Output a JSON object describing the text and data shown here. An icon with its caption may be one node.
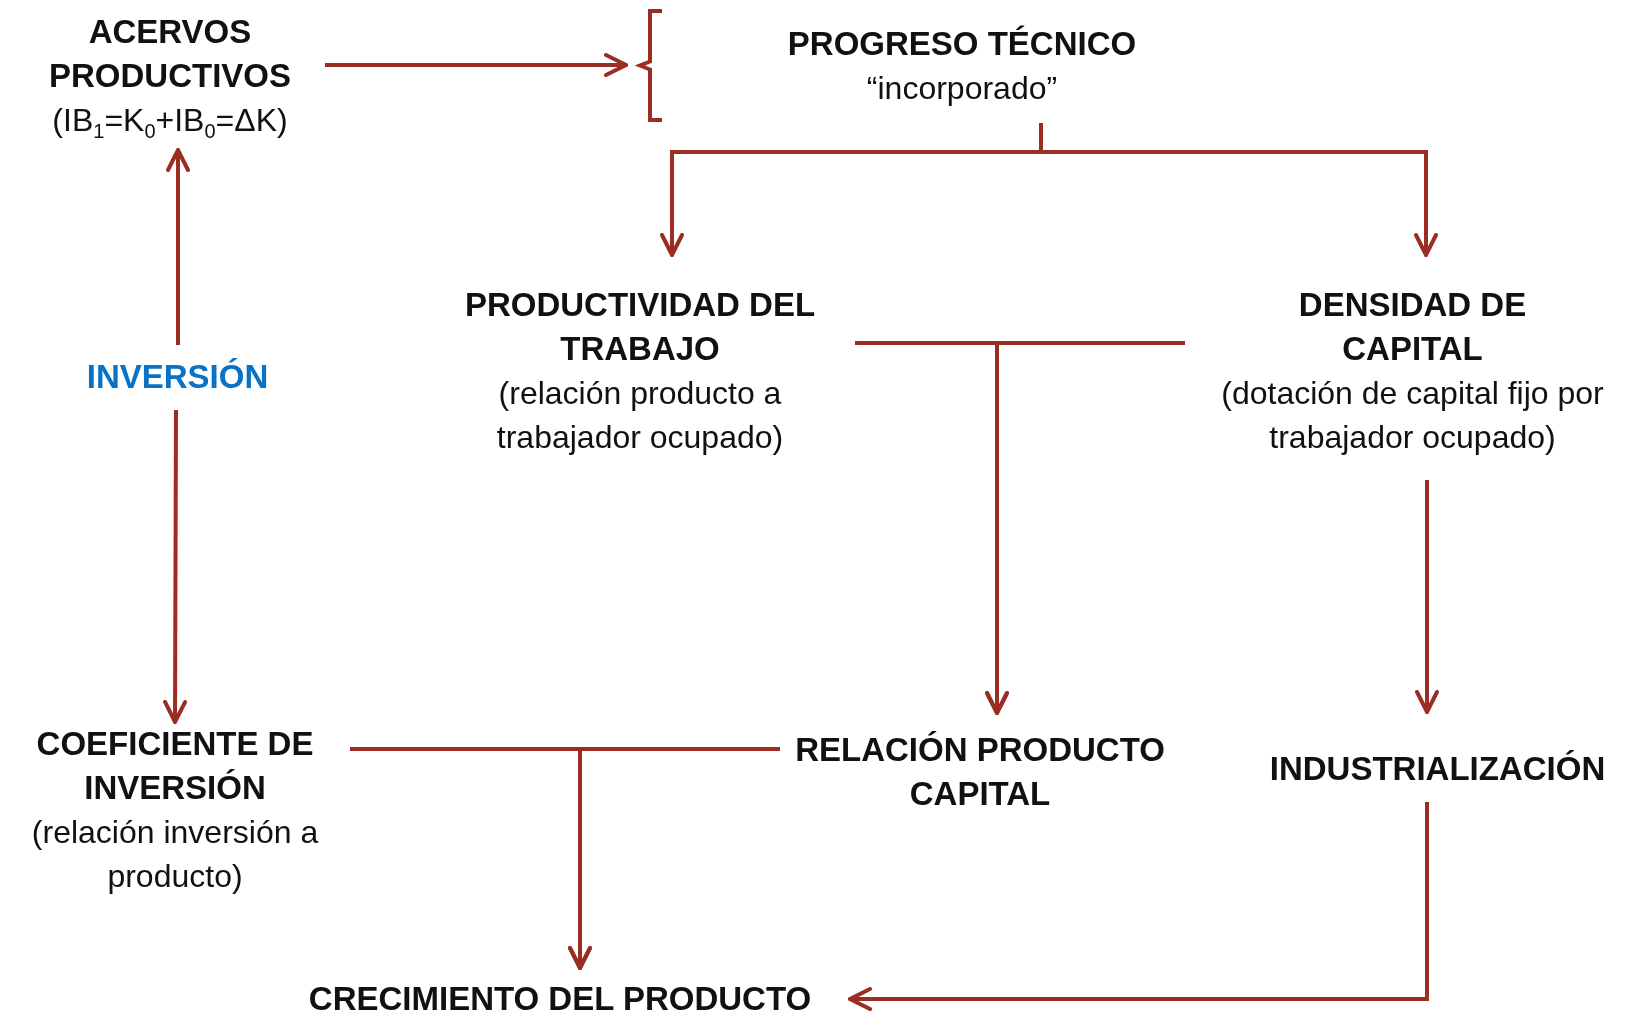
{
  "diagram": {
    "nodes": [
      {
        "text": [
          "ACERVOS PRODUCTIVOS",
          "(IB$_{1}$=K$_{0}$+IB$_{0}$=ΔK)"
        ]
      },
      {
        "text": [
          "PROGRESO TÉCNICO",
          "“incorporado”"
        ]
      },
      {
        "text": [
          "INVERSIÓN"
        ]
      },
      {
        "text": [
          "PRODUCTIVIDAD DEL TRABAJO",
          "(relación producto a trabajador ocupado)"
        ]
      },
      {
        "text": [
          "DENSIDAD DE CAPITAL",
          "(dotación de capital fijo por trabajador ocupado)"
        ]
      },
      {
        "text": [
          "COEFICIENTE DE INVERSIÓN",
          "(relación inversión a producto)"
        ]
      },
      {
        "text": [
          "RELACIÓN PRODUCTO CAPITAL"
        ]
      },
      {
        "text": [
          "INDUSTRIALIZACIÓN"
        ]
      },
      {
        "text": [
          "CRECIMIENTO DEL PRODUCTO"
        ]
      }
    ],
    "edges": [
      {
        "from": 0,
        "to": 1,
        "arrow": "to"
      },
      {
        "from": 1,
        "to": 3,
        "arrow": "to"
      },
      {
        "from": 1,
        "to": 4,
        "arrow": "to"
      },
      {
        "from": 2,
        "to": 0,
        "arrow": "to"
      },
      {
        "from": 2,
        "to": 5,
        "arrow": "to"
      },
      {
        "from": 3,
        "to": 6,
        "arrow": "to"
      },
      {
        "from": 4,
        "to": 6,
        "arrow": "to"
      },
      {
        "from": 4,
        "to": 7,
        "arrow": "to"
      },
      {
        "from": 5,
        "to": 8,
        "arrow": "to"
      },
      {
        "from": 6,
        "to": 8,
        "arrow": "to"
      },
      {
        "from": 7,
        "to": 8,
        "arrow": "to"
      }
    ]
  }
}
